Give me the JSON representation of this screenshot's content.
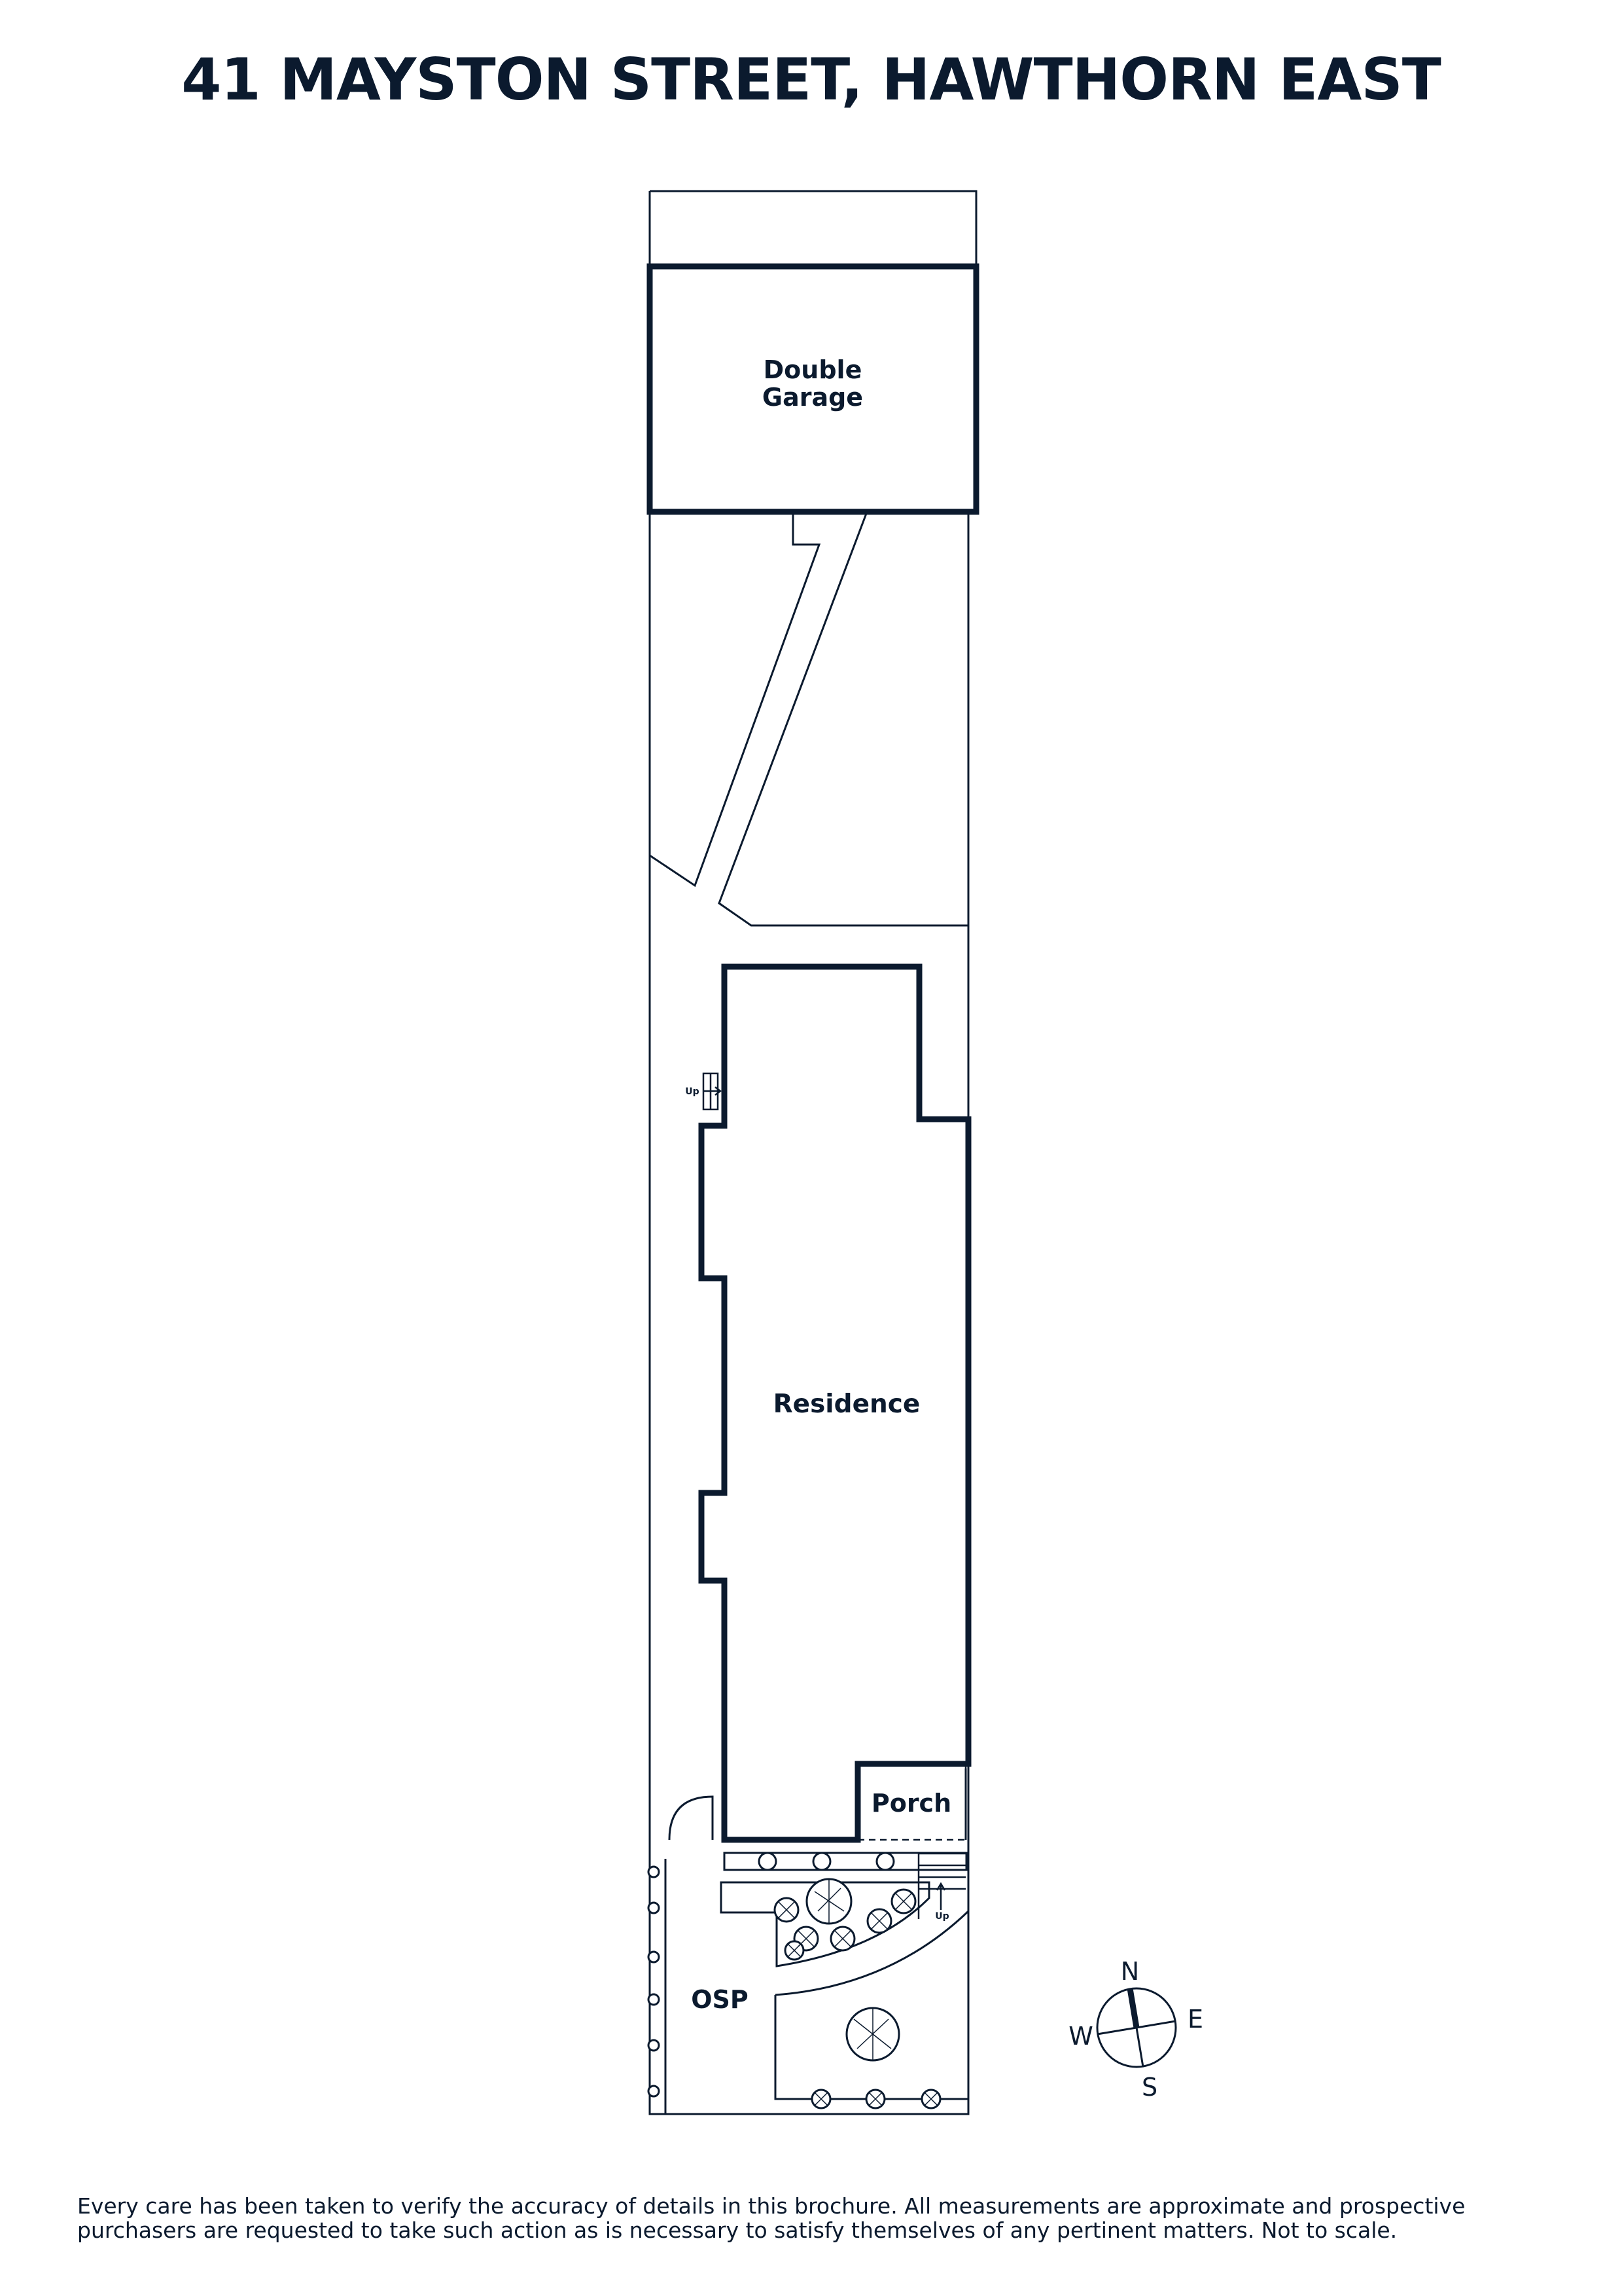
{
  "title": "41 MAYSTON STREET, HAWTHORN EAST",
  "rooms": {
    "garage_line1": "Double",
    "garage_line2": "Garage",
    "residence": "Residence",
    "porch": "Porch",
    "osp": "OSP"
  },
  "step_labels": {
    "side": "Up",
    "front": "Up"
  },
  "compass": {
    "north": "N",
    "east": "E",
    "south": "S",
    "west": "W"
  },
  "disclaimer": {
    "line1": "Every care has been taken to verify the accuracy of details in this brochure. All measurements are approximate and prospective",
    "line2": "purchasers are requested to take such action as is necessary to satisfy themselves of any pertinent matters. Not to scale."
  },
  "colors": {
    "ink": "#0b1a2e",
    "background": "#ffffff"
  }
}
